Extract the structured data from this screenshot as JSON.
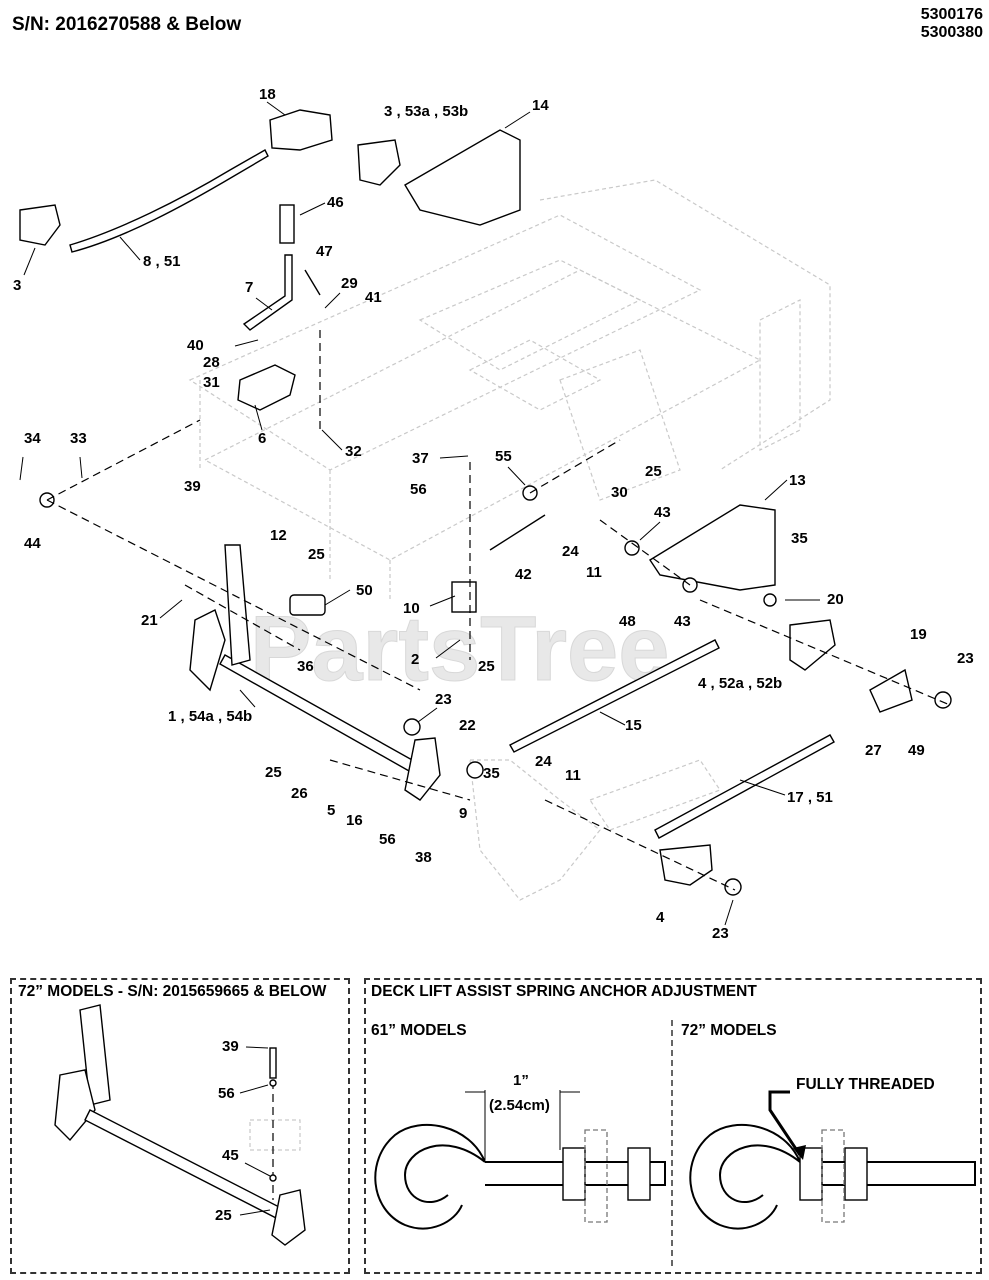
{
  "header": {
    "serial": "S/N: 2016270588 & Below",
    "part_numbers": [
      "5300176",
      "5300380"
    ]
  },
  "watermark": "PartsTree",
  "callouts": [
    "18",
    "3 , 53a , 53b",
    "14",
    "46",
    "8 , 51",
    "3",
    "47",
    "7",
    "29",
    "41",
    "40",
    "28",
    "31",
    "6",
    "32",
    "34",
    "33",
    "44",
    "37",
    "55",
    "25",
    "56",
    "30",
    "13",
    "39",
    "12",
    "25",
    "43",
    "35",
    "24",
    "11",
    "42",
    "50",
    "10",
    "21",
    "48",
    "43",
    "20",
    "19",
    "23",
    "36",
    "2",
    "25",
    "4 , 52a , 52b",
    "1 , 54a , 54b",
    "23",
    "22",
    "15",
    "25",
    "26",
    "5",
    "16",
    "35",
    "9",
    "24",
    "11",
    "27",
    "49",
    "17 , 51",
    "56",
    "38",
    "4",
    "23"
  ],
  "inset_72": {
    "title": "72” MODELS - S/N: 2015659665 & BELOW",
    "callouts": [
      "39",
      "56",
      "45",
      "25"
    ]
  },
  "inset_spring": {
    "title": "DECK LIFT ASSIST SPRING ANCHOR ADJUSTMENT",
    "left_label": "61” MODELS",
    "right_label": "72” MODELS",
    "dim_in": "1”",
    "dim_cm": "(2.54cm)",
    "note": "FULLY THREADED"
  }
}
